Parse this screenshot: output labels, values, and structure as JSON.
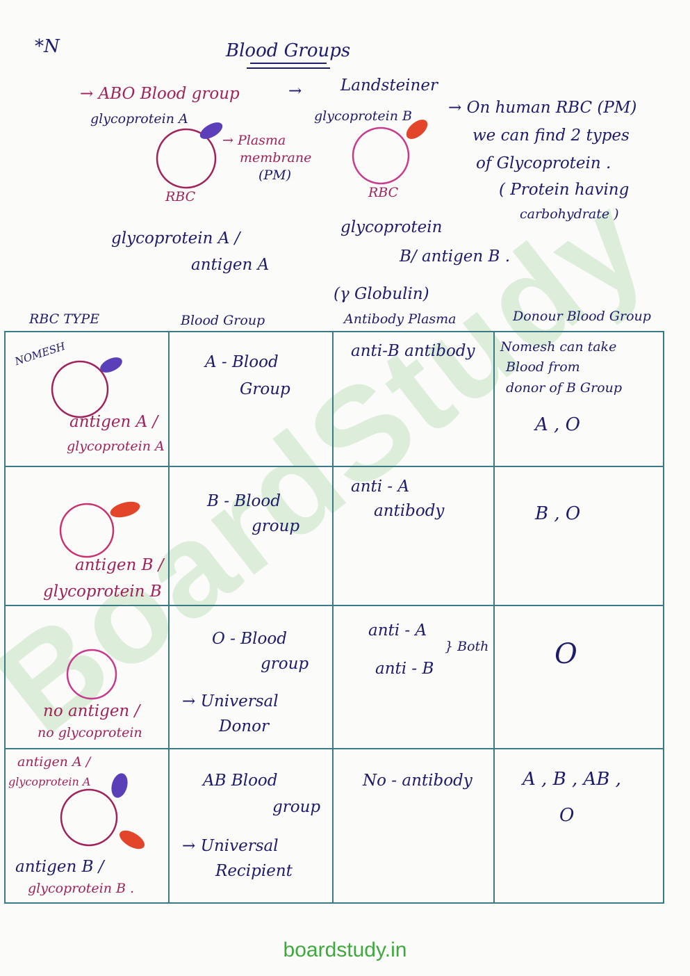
{
  "page": {
    "corner_mark": "*N",
    "title": "Blood Groups",
    "intro": {
      "abo_label": "→ ABO Blood group",
      "arrow_to": "→",
      "landsteiner": "Landsteiner",
      "glyco_a_label": "glycoprotein A",
      "glyco_b_label": "glycoprotein B",
      "plasma_membrane": [
        "→ Plasma",
        "membrane",
        "(PM)"
      ],
      "rbc_left": "RBC",
      "rbc_right": "RBC",
      "caption_left": [
        "glycoprotein A /",
        "antigen A"
      ],
      "caption_right": [
        "glycoprotein",
        "B/ antigen B ."
      ],
      "note": [
        "→ On human RBC (PM)",
        "we can find 2 types",
        "of Glycoprotein .",
        "( Protein having",
        "carbohydrate )"
      ],
      "gamma_globulin": "(γ Globulin)"
    },
    "table": {
      "headers": [
        "RBC TYPE",
        "Blood Group",
        "Antibody Plasma",
        "Donour Blood Group"
      ],
      "rows": [
        {
          "tag": "NOMESH",
          "rbc_text": [
            "antigen A /",
            "glycoprotein A"
          ],
          "blood_group": [
            "A - Blood",
            "Group"
          ],
          "antibody": [
            "anti-B antibody"
          ],
          "donor": [
            "Nomesh can take",
            "Blood from",
            "donor of B Group",
            "A , O"
          ]
        },
        {
          "rbc_text": [
            "antigen B /",
            "glycoprotein B"
          ],
          "blood_group": [
            "B - Blood",
            "group"
          ],
          "antibody": [
            "anti - A",
            "antibody"
          ],
          "donor": [
            "B , O"
          ]
        },
        {
          "rbc_text": [
            "no antigen /",
            "no glycoprotein"
          ],
          "blood_group": [
            "O - Blood",
            "group",
            "→ Universal",
            "Donor"
          ],
          "antibody": [
            "anti - A",
            "anti - B"
          ],
          "antibody_note": "} Both",
          "donor": [
            "O"
          ]
        },
        {
          "rbc_text_top": [
            "antigen A /",
            "glycoprotein A"
          ],
          "rbc_text": [
            "antigen B /",
            "glycoprotein B ."
          ],
          "blood_group": [
            "AB Blood",
            "group",
            "→ Universal",
            "Recipient"
          ],
          "antibody": [
            "No - antibody"
          ],
          "donor": [
            "A , B , AB ,",
            "O"
          ]
        }
      ]
    },
    "watermark": "BoardStudy",
    "footer": "boardstudy.in",
    "colors": {
      "ink": "#1c1c6a",
      "pink": "#a0225a",
      "antigen_a": "#5a3fb8",
      "antigen_b": "#e2452a",
      "table_line": "#3a7a86",
      "footer": "#3fa93f"
    }
  }
}
